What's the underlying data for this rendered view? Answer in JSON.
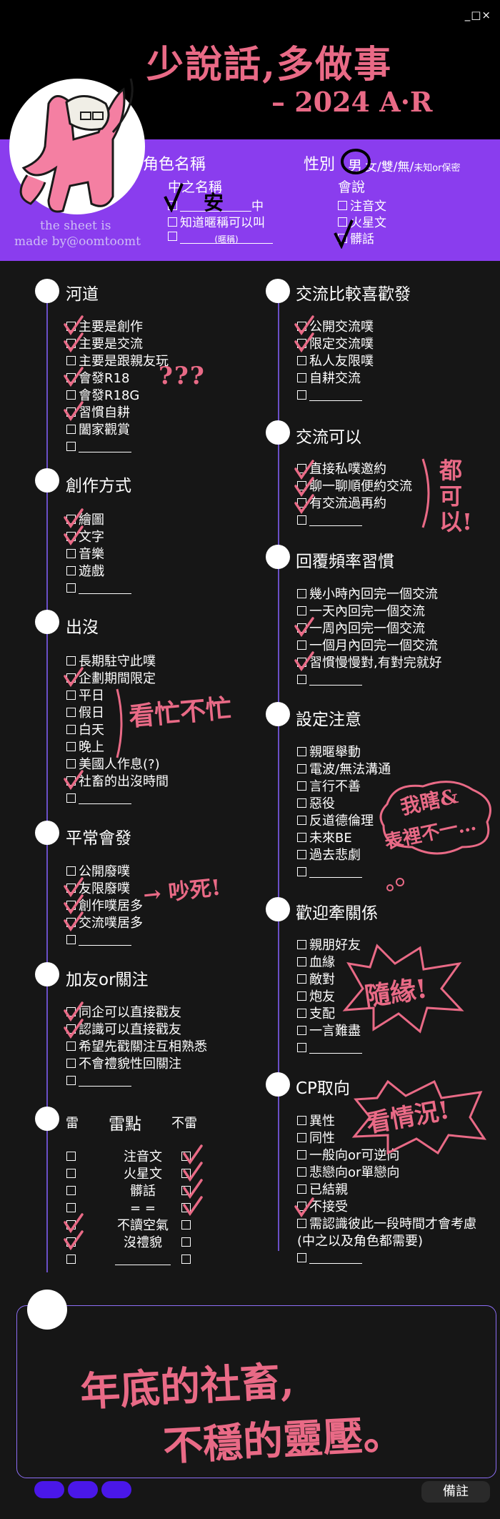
{
  "window_controls": "_□×",
  "title_line1": "少說話,多做事",
  "title_line2": "– 2024 A·R",
  "credit": [
    "the sheet is",
    "made by@oomtoomt"
  ],
  "band": {
    "role_name_label": "角色名稱",
    "gender_label": "性別",
    "gender_options": [
      "男",
      "女",
      "雙",
      "無",
      "未知or保密"
    ],
    "zhongzhi_label": "中之名稱",
    "zhongzhi_value": "安",
    "zhongzhi_suffix": "中",
    "nickname_ok": "知道暱稱可以叫",
    "nickname_hint": "(暱稱)",
    "speaks_label": "會說",
    "speaks_options": [
      "注音文",
      "火星文",
      "髒話"
    ]
  },
  "sections": {
    "hedao": {
      "title": "河道",
      "items": [
        "主要是創作",
        "主要是交流",
        "主要是跟親友玩",
        "會發R18",
        "會發R18G",
        "習慣自耕",
        "闔家觀賞"
      ]
    },
    "creation": {
      "title": "創作方式",
      "items": [
        "繪圖",
        "文字",
        "音樂",
        "遊戲"
      ]
    },
    "appear": {
      "title": "出沒",
      "items": [
        "長期駐守此噗",
        "企劃期間限定",
        "平日",
        "假日",
        "白天",
        "晚上",
        "美國人作息(?)",
        "社畜的出沒時間"
      ]
    },
    "often": {
      "title": "平常會發",
      "items": [
        "公開廢噗",
        "友限廢噗",
        "創作噗居多",
        "交流噗居多"
      ]
    },
    "friend": {
      "title": "加友or關注",
      "items": [
        "同企可以直接戳友",
        "認識可以直接戳友",
        "希望先戳關注互相熟悉",
        "不會禮貌性回關注"
      ]
    },
    "landmine": {
      "col_left": "雷",
      "col_mid": "雷點",
      "col_right": "不雷",
      "items": [
        "注音文",
        "火星文",
        "髒話",
        "= =",
        "不讀空氣",
        "沒禮貌"
      ]
    },
    "exchange_pref": {
      "title": "交流比較喜歡發",
      "items": [
        "公開交流噗",
        "限定交流噗",
        "私人友限噗",
        "自耕交流"
      ]
    },
    "exchange_ok": {
      "title": "交流可以",
      "items": [
        "直接私噗邀約",
        "聊一聊順便約交流",
        "有交流過再約"
      ]
    },
    "reply": {
      "title": "回覆頻率習慣",
      "items": [
        "幾小時內回完一個交流",
        "一天內回完一個交流",
        "一周內回完一個交流",
        "一個月內回完一個交流",
        "習慣慢慢對,有對完就好"
      ]
    },
    "setting": {
      "title": "設定注意",
      "items": [
        "親暱舉動",
        "電波/無法溝通",
        "言行不善",
        "惡役",
        "反道德倫理",
        "未來BE",
        "過去悲劇"
      ]
    },
    "relation": {
      "title": "歡迎牽關係",
      "items": [
        "親朋好友",
        "血緣",
        "敵對",
        "炮友",
        "支配",
        "一言難盡"
      ]
    },
    "cp": {
      "title": "CP取向",
      "items": [
        "異性",
        "同性",
        "一般向or可逆向",
        "悲戀向or單戀向",
        "已結親",
        "不接受",
        "需認識彼此一段時間才會考慮",
        "(中之以及角色都需要)"
      ]
    }
  },
  "handwritten": {
    "question": "???",
    "busy": "看忙不忙",
    "noisy": "→ 吵死!",
    "all_ok": "都可以!",
    "bullshit": [
      "我瞎&",
      "表裡不一…"
    ],
    "random": "隨緣!",
    "depends": "看情況!",
    "notes_line1": "年底的社畜,",
    "notes_line2": "不穩的靈壓。"
  },
  "remark_label": "備註"
}
